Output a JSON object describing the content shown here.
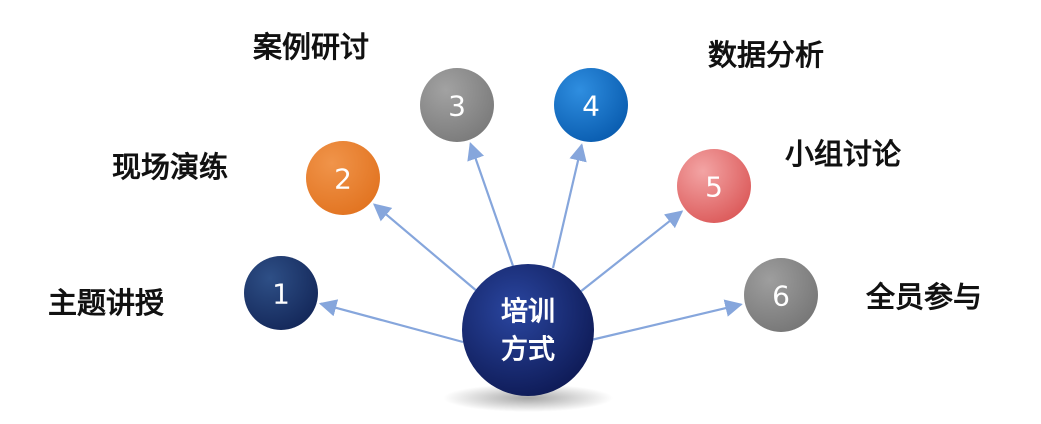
{
  "center": {
    "line1": "培训",
    "line2": "方式",
    "color_dark": "#0e1a55",
    "color_light": "#2a46a0"
  },
  "nodes": [
    {
      "number": "1",
      "label": "主题讲授",
      "color_dark": "#14285a",
      "color_light": "#2e4f86"
    },
    {
      "number": "2",
      "label": "现场演练",
      "color_dark": "#e27421",
      "color_light": "#f0944a"
    },
    {
      "number": "3",
      "label": "案例研讨",
      "color_dark": "#7b7b7b",
      "color_light": "#a2a2a2"
    },
    {
      "number": "4",
      "label": "数据分析",
      "color_dark": "#0a5db0",
      "color_light": "#2f8ee0"
    },
    {
      "number": "5",
      "label": "小组讨论",
      "color_dark": "#dc5b5b",
      "color_light": "#f3a4a4"
    },
    {
      "number": "6",
      "label": "全员参与",
      "color_dark": "#777777",
      "color_light": "#9e9e9e"
    }
  ],
  "arrow_color": "#86a6dc"
}
